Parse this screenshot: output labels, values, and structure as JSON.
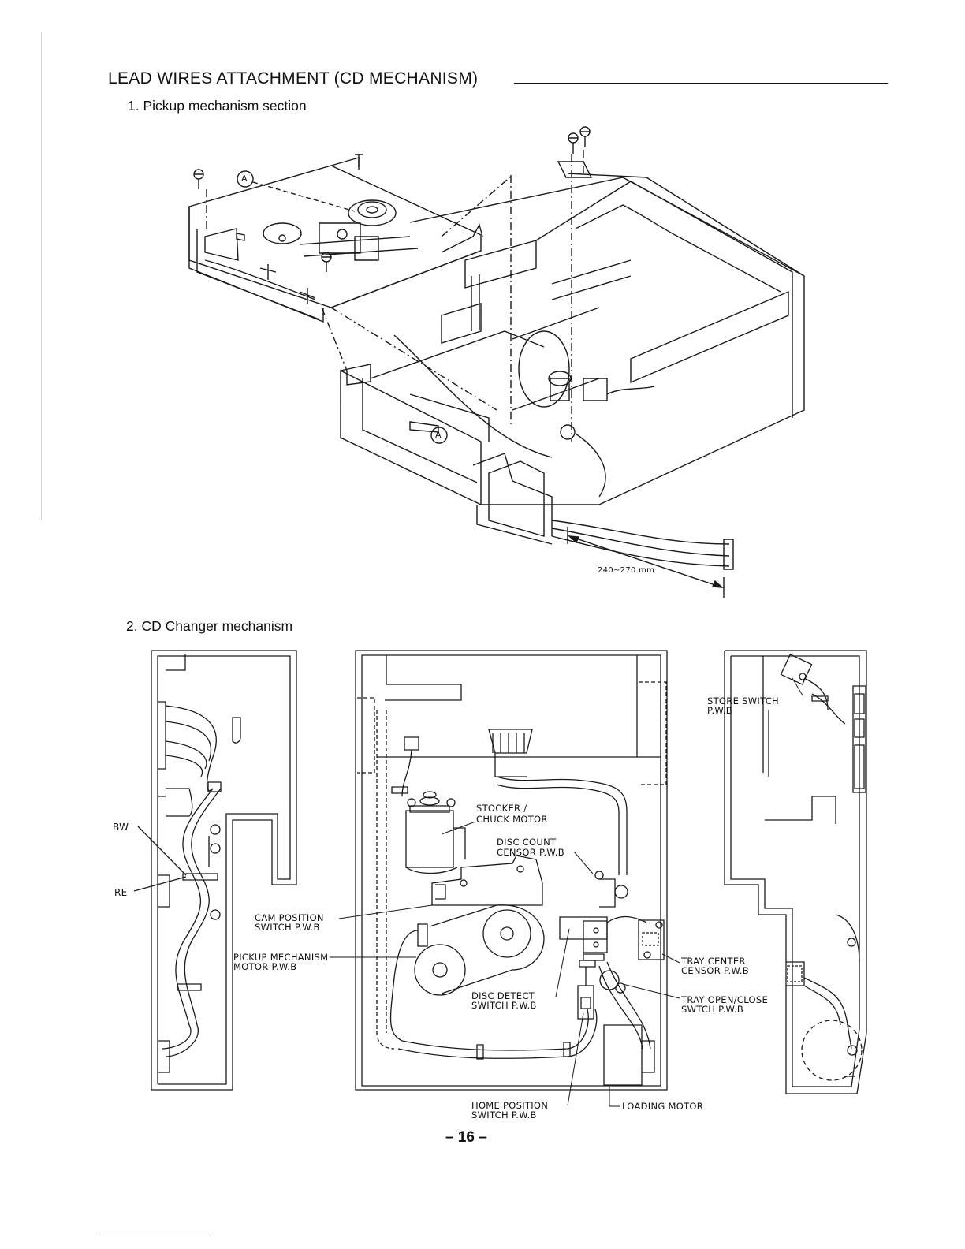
{
  "header": {
    "title": "LEAD WIRES ATTACHMENT (CD MECHANISM)"
  },
  "sections": [
    {
      "label": "1. Pickup mechanism section"
    },
    {
      "label": "2. CD Changer mechanism"
    }
  ],
  "pickup_diagram": {
    "marker_a": "A",
    "marker_a2": "A",
    "dimension": "240~270 mm"
  },
  "changer_diagram": {
    "labels": {
      "bw": "BW",
      "re": "RE",
      "stocker_l1": "STOCKER /",
      "stocker_l2": "CHUCK MOTOR",
      "disc_count_l1": "DISC COUNT",
      "disc_count_l2": "CENSOR  P.W.B",
      "cam_l1": "CAM POSITION",
      "cam_l2": "SWITCH  P.W.B",
      "pickup_motor_l1": "PICKUP MECHANISM",
      "pickup_motor_l2": "MOTOR  P.W.B",
      "disc_detect_l1": "DISC DETECT",
      "disc_detect_l2": "SWITCH  P.W.B",
      "home_l1": "HOME POSITION",
      "home_l2": "SWITCH  P.W.B",
      "loading_motor": "LOADING MOTOR",
      "store_l1": "STORE SWITCH",
      "store_l2": "P.W.B",
      "tray_center_l1": "TRAY CENTER",
      "tray_center_l2": "CENSOR  P.W.B",
      "tray_open_l1": "TRAY OPEN/CLOSE",
      "tray_open_l2": "SWTCH  P.W.B"
    }
  },
  "footer": {
    "page_number": "– 16 –"
  }
}
